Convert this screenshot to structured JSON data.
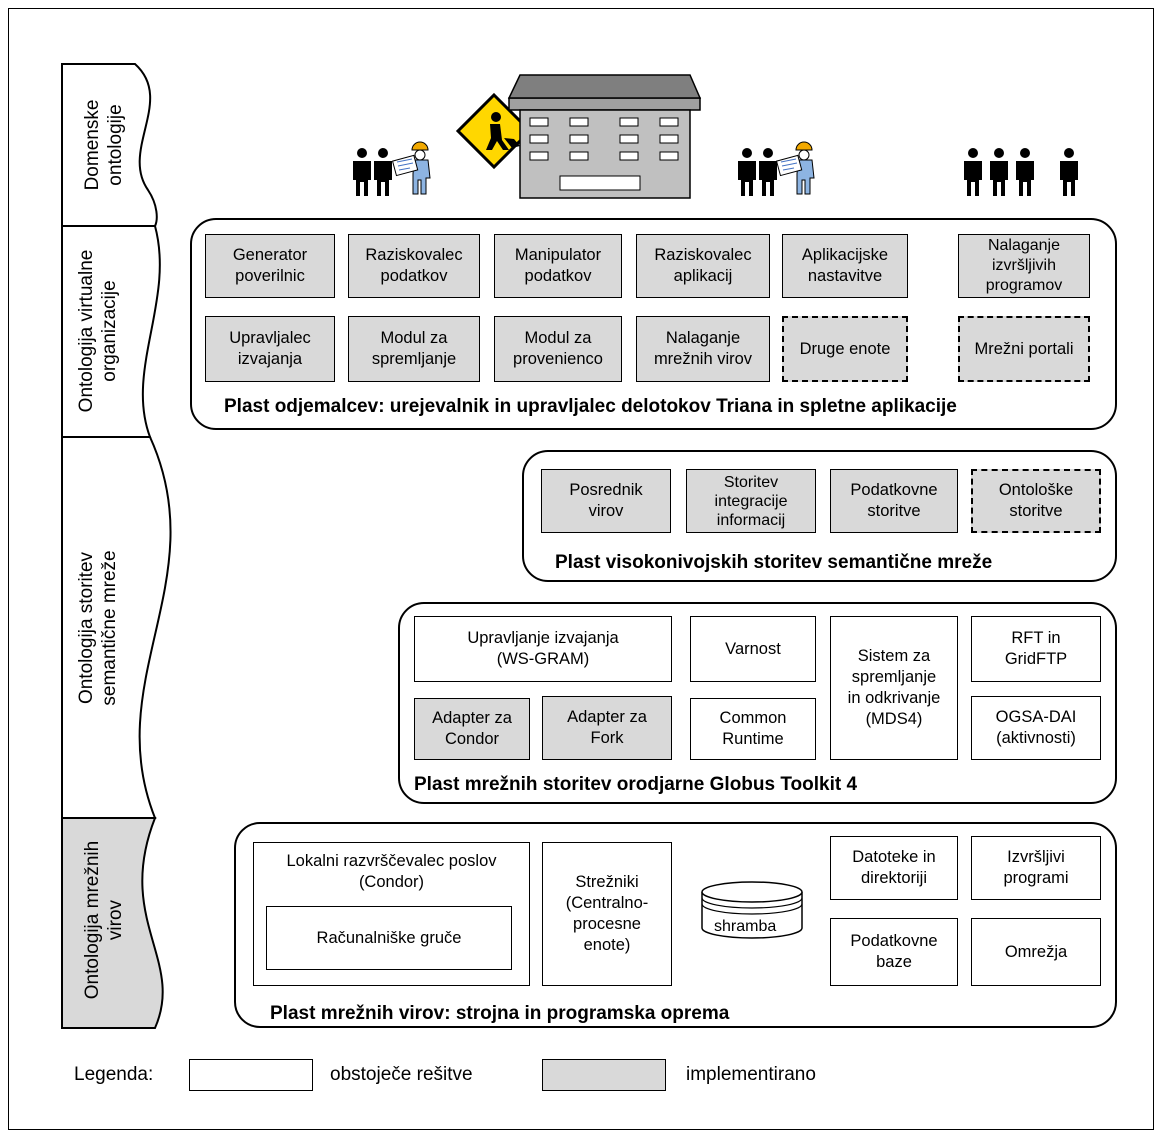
{
  "ontologies": [
    {
      "label": "Domenske\nontologije",
      "gray": false
    },
    {
      "label": "Ontologija virtualne\norganizacije",
      "gray": false
    },
    {
      "label": "Ontologija storitev\nsemantične mreže",
      "gray": false
    },
    {
      "label": "Ontologija mrežnih\nvirov",
      "gray": true
    }
  ],
  "client_layer": {
    "title": "Plast odjemalcev: urejevalnik in upravljalec delotokov Triana in spletne aplikacije",
    "row1": [
      "Generator\npoverilnic",
      "Raziskovalec\npodatkov",
      "Manipulator\npodatkov",
      "Raziskovalec\naplikacij",
      "Aplikacijske\nnastavitve",
      "Nalaganje\nizvršljivih\nprogramov"
    ],
    "row2": [
      "Upravljalec\nizvajanja",
      "Modul za\nspremljanje",
      "Modul za\nprovenienco",
      "Nalaganje\nmrežnih virov",
      "Druge enote",
      "Mrežni portali"
    ]
  },
  "semantic_layer": {
    "title": "Plast visokonivojskih storitev semantične mreže",
    "boxes": [
      "Posrednik\nvirov",
      "Storitev\nintegracije\ninformacij",
      "Podatkovne\nstoritve",
      "Ontološke\nstoritve"
    ]
  },
  "globus_layer": {
    "title": "Plast mrežnih storitev orodjarne Globus Toolkit 4",
    "wsgram": "Upravljanje izvajanja\n(WS-GRAM)",
    "security": "Varnost",
    "mds": "Sistem za\nspremljanje\nin odkrivanje\n(MDS4)",
    "rft": "RFT in\nGridFTP",
    "condor_adapter": "Adapter za\nCondor",
    "fork_adapter": "Adapter za\nFork",
    "common_runtime": "Common\nRuntime",
    "ogsa": "OGSA-DAI\n(aktivnosti)"
  },
  "resource_layer": {
    "title": "Plast mrežnih virov: strojna in programska oprema",
    "scheduler": "Lokalni razvrščevalec poslov\n(Condor)",
    "clusters": "Računalniške gruče",
    "servers": "Strežniki\n(Centralno-\nprocesne\nenote)",
    "storage": "shramba",
    "files": "Datoteke in\ndirektoriji",
    "executables": "Izvršljivi\nprogrami",
    "databases": "Podatkovne\nbaze",
    "networks": "Omrežja"
  },
  "legend": {
    "label": "Legenda:",
    "existing": "obstoječe rešitve",
    "implemented": "implementirano"
  },
  "colors": {
    "implemented_fill": "#d9d9d9",
    "sign_yellow": "#ffd700",
    "building_gray": "#c0c0c0",
    "worker_blue": "#8db4e2"
  }
}
